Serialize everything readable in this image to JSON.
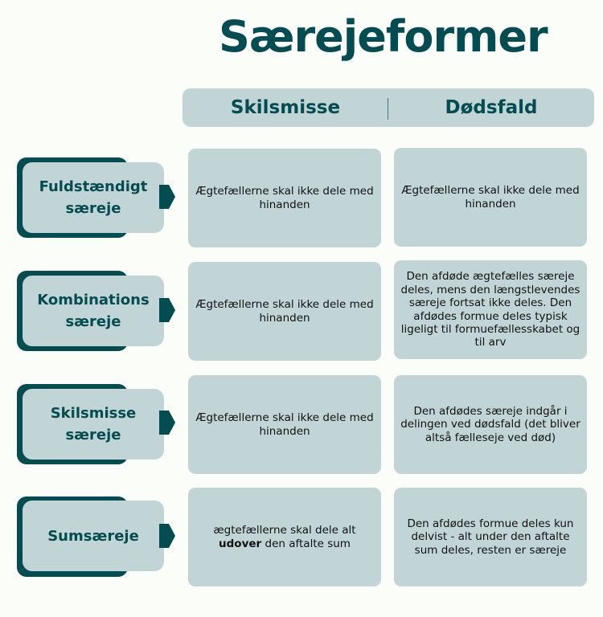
{
  "title": "Særejeformer",
  "header": {
    "col1": "Skilsmisse",
    "col2": "Dødsfald"
  },
  "rows": [
    {
      "label_l1": "Fuldstændigt",
      "label_l2": "særeje",
      "skilsmisse": "Ægtefællerne skal ikke dele  med hinanden",
      "dodsfald": "Ægtefællerne skal ikke dele med hinanden"
    },
    {
      "label_l1": "Kombinations",
      "label_l2": "særeje",
      "skilsmisse": "Ægtefællerne skal ikke dele  med hinanden",
      "dodsfald": "Den afdøde ægtefælles særeje deles, mens den længstlevendes særeje fortsat ikke deles. Den afdødes formue deles typisk ligeligt til formuefællesskabet og til arv"
    },
    {
      "label_l1": "Skilsmisse",
      "label_l2": "særeje",
      "skilsmisse": "Ægtefællerne skal ikke dele med hinanden",
      "dodsfald": "Den afdødes særeje indgår i delingen ved dødsfald (det bliver altså fælleseje ved død)"
    },
    {
      "label_l1": "Sumsæreje",
      "label_l2": "",
      "skilsmisse_pre": "ægtefællerne skal dele alt",
      "skilsmisse_bold": "udover",
      "skilsmisse_post": " den aftalte sum",
      "dodsfald": "Den afdødes formue deles kun delvist - alt under den aftalte sum deles, resten er særeje"
    }
  ],
  "colors": {
    "dark_teal": "#034c52",
    "light_teal": "#c2d5d6",
    "background": "#fbfdf8"
  }
}
